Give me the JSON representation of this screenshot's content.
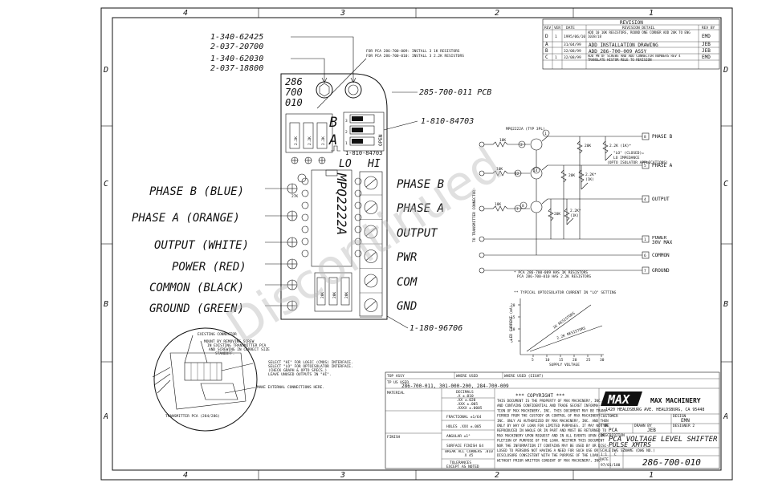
{
  "border": {
    "zones_top": [
      "4",
      "3",
      "2",
      "1"
    ],
    "zones_bottom": [
      "4",
      "3",
      "2",
      "1"
    ],
    "zones_left": [
      "D",
      "C",
      "B",
      "A"
    ],
    "zones_right": [
      "D",
      "C",
      "B",
      "A"
    ]
  },
  "callouts": {
    "pn1": "1-340-62425",
    "pn2": "2-037-20700",
    "pn3": "1-340-62030",
    "pn4": "2-037-18800",
    "pcb": "285-700-011 PCB",
    "connector": "1-810-84703",
    "terminal": "1-180-96706",
    "note_line1": "FOR PCA 286-700-009: INSTALL 3 1K RESISTORS",
    "note_line2": "FOR PCA 286-700-010: INSTALL 3 2.2K RESISTORS"
  },
  "board": {
    "part_no": [
      "286",
      "700",
      "010"
    ],
    "ic_label": "MPQ2222A",
    "letter_b": "B",
    "letter_a": "A",
    "sw_label": "OPEN",
    "sw_numbers": [
      "3",
      "2",
      "1"
    ],
    "small_pn": "1-810-84703",
    "lo_label": "LO",
    "hi_label": "HI",
    "res_top": [
      "2.2K",
      "2.2K",
      "2.2K"
    ],
    "res_bottom": [
      "20K",
      "20K",
      "20K"
    ],
    "res_small": "27K"
  },
  "wires_left": [
    "PHASE B (BLUE)",
    "PHASE A (ORANGE)",
    "OUTPUT (WHITE)",
    "POWER (RED)",
    "COMMON (BLACK)",
    "GROUND (GREEN)"
  ],
  "terminals_right": [
    "PHASE B",
    "PHASE A",
    "OUTPUT",
    "PWR",
    "COM",
    "GND"
  ],
  "schematic": {
    "transistor_label": "MPQ2222A (TYP 3PL)",
    "vertical_label": "TO TRANSMITTER CONNECTOR",
    "r10k": "10K",
    "r20k": "20K",
    "r22k": "2.2K (1K)*",
    "r22k_short": "2.2K*",
    "r1k": "(1K)",
    "lo_note1": "\"LO\" (CLOSED)=",
    "lo_note2": "LO IMPEDANCE",
    "lo_note3": "(OPTO ISOLATOR APPLICATIONS)",
    "outputs": [
      "PHASE B",
      "PHASE A",
      "OUTPUT",
      "POWER 30V MAX",
      "COMMON",
      "GROUND"
    ],
    "out_nums": [
      "8",
      "5",
      "4",
      "1",
      "6",
      "7"
    ],
    "pin_nums": [
      "2",
      "1",
      "12",
      "14",
      "7",
      "8"
    ],
    "foot1": "* PCA 286-700-009 HAS 1K RESISTORS",
    "foot2": "PCA 286-700-010 HAS 2.2K RESISTORS"
  },
  "graph": {
    "title": "** TYPICAL OPTOISOLATOR CURRENT IN \"LO\" SETTING",
    "ylabel": "LED CURRENT (mA)",
    "xlabel": "SUPPLY VOLTAGE",
    "yticks": [
      "20",
      "15",
      "10",
      "5"
    ],
    "xticks": [
      "5",
      "10",
      "15",
      "20",
      "25",
      "30"
    ],
    "line1": "1K RESISTORS",
    "line2": "2.2K RESISTORS"
  },
  "inset": {
    "existing": "EXISTING CONNECTOR",
    "mount1": "MOUNT BY REMOVING SCREW",
    "mount2": "IN EXISTING TRANSMITTER PCA",
    "mount3": "AND SCREWING IN CORRECT SIZE",
    "mount4": "STANDOFF.",
    "select1": "SELECT \"HI\" FOR LOGIC (CMOS) INTERFACE.",
    "select2": "SELECT \"LO\" FOR OPTOISOLATOR INTERFACE.",
    "select3": "(CHECK GRAPH & OPTO SPECS.)",
    "select4": "LEAVE UNUSED OUTPUTS IN \"HI\".",
    "make": "MAKE EXTERNAL CONNECTIONS HERE.",
    "caption": "TRANSMITTER PCA (284/286)"
  },
  "revision": {
    "title": "REVISION",
    "headers": [
      "REV",
      "VER",
      "DATE",
      "REVISION DETAIL",
      "REV BY"
    ],
    "rows": [
      {
        "rev": "D",
        "ver": "1",
        "date": "1995/06/10",
        "detail": "ADD 10 10K RESISTORS, ROUND ONE CORNER ADD 20K TO ENG 1038/18",
        "by": "EMD"
      },
      {
        "rev": "A",
        "ver": "",
        "date": "31/04/99",
        "detail": "ADD INSTALLATION DRAWING",
        "by": "JEB"
      },
      {
        "rev": "B",
        "ver": "",
        "date": "32/08/99",
        "detail": "ADD 286-700-009 ASSY",
        "by": "JEB"
      },
      {
        "rev": "C",
        "ver": "1",
        "date": "32/08/99",
        "detail": "ADD PN OF SCREWS AND ADD CONNECTOR NUMBERS REV 4 TRANSLATE HISTOR RELE TO REVISION",
        "by": "EMD"
      }
    ]
  },
  "titleblock": {
    "top_assy": "TOP ASSY",
    "where_used": "WHERE USED",
    "where_used_eight": "WHERE USED (EIGHT)",
    "tp_used": "TP US USED",
    "used_on": "286-700-011, 301-000-200, 284-700-009",
    "material": "MATERIAL",
    "tolerances": "DECIMALS",
    "tol_vals": [
      ".X  ±.010",
      ".XX ±.020",
      ".XXX ±.005",
      ".XXXX ±.0005"
    ],
    "fractional": "FRACTIONAL ±1/64",
    "holes": "HOLES .XXX ±.005",
    "angular": "ANGULAR ±1°",
    "finish": "FINISH",
    "surface": "SURFACE FINISH 64",
    "break": "BREAK ALL CORNERS .010 X 45",
    "tol_foot1": "TOLERANCES",
    "tol_foot2": "EXCEPT AS NOTED",
    "copyright_title": "*** COPYRIGHT ***",
    "copyright": [
      "THIS DOCUMENT IS THE PROPERTY OF MAX MACHINERY, INC.",
      "AND CONTAINS CONFIDENTIAL AND TRADE SECRET INFORMA-",
      "TION OF MAX MACHINERY, INC. THIS DOCUMENT MAY BE TRANS-",
      "FERRED FROM THE CUSTODY OR CONTROL OF MAX MACHINERY",
      "INC. ONLY AS AUTHORIZED BY MAX MACHINERY, INC. AND THEN",
      "ONLY BY WAY OF LOAN FOR LIMITED PURPOSES. IT MAY NOT BE",
      "REPRODUCED IN WHOLE OR IN PART AND MUST BE RETURNED TO",
      "MAX MACHINERY UPON REQUEST AND IN ALL EVENTS UPON COM-",
      "PLETION OF PURPOSE OF THE LOAN. NEITHER THIS DOCUMENT",
      "NOR THE INFORMATION IT CONTAINS MAY BE USED BY OR DISC-",
      "LOSED TO PERSONS NOT HAVING A NEED FOR SUCH USE OR",
      "DISCLOSURE CONSISTENT WITH THE PURPOSE OF THE LOAN",
      "WITHOUT PRIOR WRITTEN CONSENT OF MAX MACHINERY, INC."
    ],
    "logo": "MAX",
    "company": "MAX MACHINERY",
    "address": "1420 HEALDSBURG AVE. HEALDSBURG, CA 95448",
    "customer": "CUSTOMER",
    "design": "DESIGN",
    "design_val": "EMN",
    "type_label": "TYPE",
    "type_val": "PCA",
    "drawn": "DRAWN BY",
    "drawn_val": "JEB",
    "designer2": "DESIGNER 2",
    "description_label": "DESCRIPTION",
    "description1": "PCA VOLTAGE LEVEL SHIFTER",
    "description2": "PULSE XMTRS",
    "scale_label": "SCALE",
    "scale_val": "1:1",
    "size_label": "DWG SZ",
    "size_val": "C",
    "name_label": "NAME (DWG NO.)",
    "date_label": "DATE",
    "date_val": "97/01/100",
    "dwg_no": "286-700-010"
  },
  "watermark": "Discontinued"
}
